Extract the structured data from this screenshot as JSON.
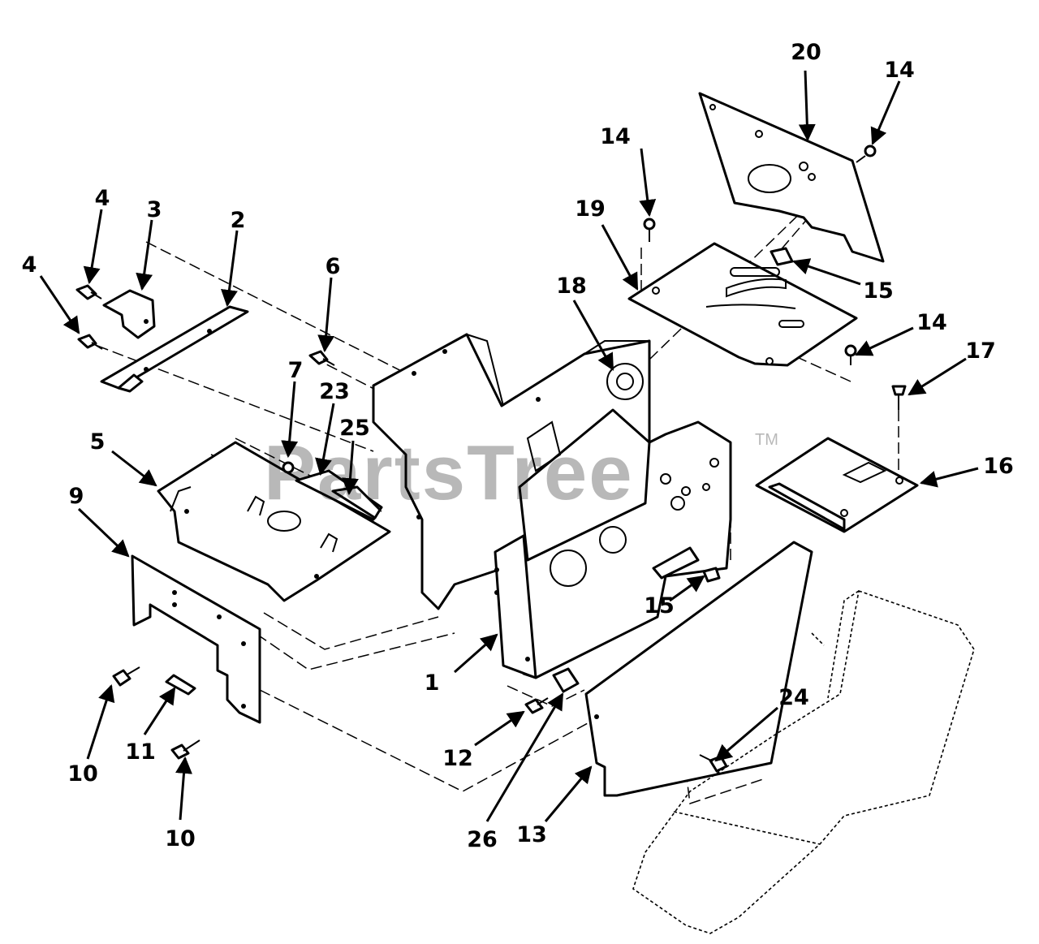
{
  "watermark": {
    "text": "PartsTree",
    "trademark": "TM"
  },
  "callouts": {
    "c1": "1",
    "c2": "2",
    "c3": "3",
    "c4a": "4",
    "c4b": "4",
    "c5": "5",
    "c6": "6",
    "c7": "7",
    "c9": "9",
    "c10a": "10",
    "c10b": "10",
    "c11": "11",
    "c12": "12",
    "c13": "13",
    "c14a": "14",
    "c14b": "14",
    "c14c": "14",
    "c15a": "15",
    "c15b": "15",
    "c16": "16",
    "c17": "17",
    "c18": "18",
    "c19": "19",
    "c20": "20",
    "c23": "23",
    "c24": "24",
    "c25": "25",
    "c26": "26"
  }
}
